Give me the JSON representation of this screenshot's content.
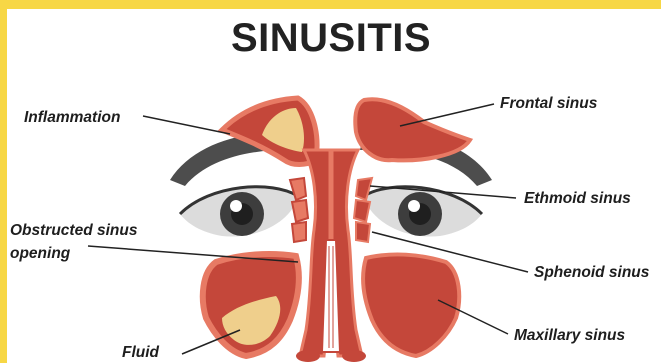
{
  "title": "SINUSITIS",
  "labels": {
    "inflammation": "Inflammation",
    "obstructed_line1": "Obstructed sinus",
    "obstructed_line2": "opening",
    "fluid": "Fluid",
    "frontal": "Frontal sinus",
    "ethmoid": "Ethmoid sinus",
    "sphenoid": "Sphenoid sinus",
    "maxillary": "Maxillary sinus"
  },
  "colors": {
    "frame": "#f7d745",
    "background": "#ffffff",
    "inflamed_tissue": "#c4473a",
    "inflamed_light": "#e77a64",
    "fluid": "#efcf8c",
    "eyebrow": "#4d4d4d",
    "eye_white": "#dcdcdc",
    "iris": "#3d3d3d"
  }
}
